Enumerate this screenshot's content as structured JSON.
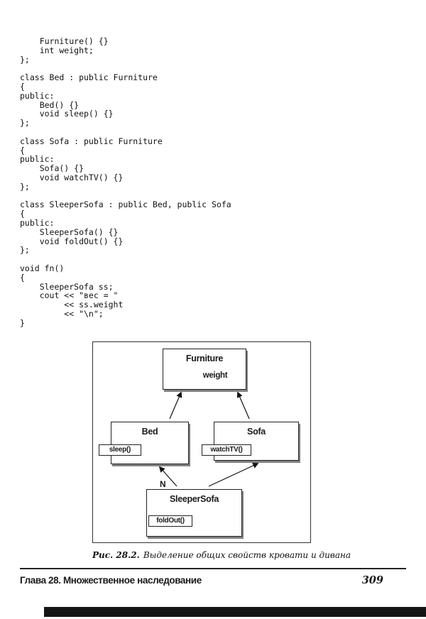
{
  "code": {
    "lines": [
      "    Furniture() {}",
      "    int weight;",
      "};",
      "",
      "class Bed : public Furniture",
      "{",
      "public:",
      "    Bed() {}",
      "    void sleep() {}",
      "};",
      "",
      "class Sofa : public Furniture",
      "{",
      "public:",
      "    Sofa() {}",
      "    void watchTV() {}",
      "};",
      "",
      "class SleeperSofa : public Bed, public Sofa",
      "{",
      "public:",
      "    SleeperSofa() {}",
      "    void foldOut() {}",
      "};",
      "",
      "void fn()",
      "{",
      "    SleeperSofa ss;",
      "    cout << \"вес = \"",
      "         << ss.weight",
      "         << \"\\n\";",
      "}"
    ]
  },
  "figure": {
    "furniture": {
      "name": "Furniture",
      "member": "weight"
    },
    "bed": {
      "name": "Bed",
      "method": "sleep()"
    },
    "sofa": {
      "name": "Sofa",
      "method": "watchTV()"
    },
    "sleeper": {
      "name": "SleeperSofa",
      "method": "foldOut()"
    },
    "annotation": "N",
    "caption_label": "Рис. 28.2.",
    "caption_text": "Выделение общих свойств кровати и дивана"
  },
  "footer": {
    "chapter": "Глава 28. Множественное наследование",
    "page_number": "309"
  }
}
